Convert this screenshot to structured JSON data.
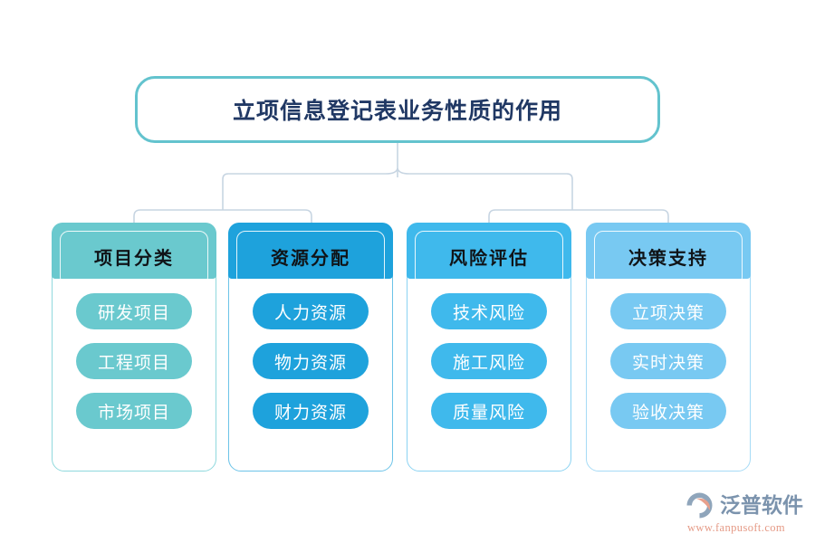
{
  "root": {
    "title": "立项信息登记表业务性质的作用",
    "border_color": "#63c3ce",
    "text_color": "#203864"
  },
  "connector": {
    "color": "#c7d5e2"
  },
  "columns": [
    {
      "header": "项目分类",
      "color": "#6ac9ce",
      "border_color": "#8fd9dd",
      "items": [
        "研发项目",
        "工程项目",
        "市场项目"
      ]
    },
    {
      "header": "资源分配",
      "color": "#1ea2dc",
      "border_color": "#6cc3e8",
      "items": [
        "人力资源",
        "物力资源",
        "财力资源"
      ]
    },
    {
      "header": "风险评估",
      "color": "#3fb9ec",
      "border_color": "#8bd3f2",
      "items": [
        "技术风险",
        "施工风险",
        "质量风险"
      ]
    },
    {
      "header": "决策支持",
      "color": "#78c9f2",
      "border_color": "#a6dbf6",
      "items": [
        "立项决策",
        "实时决策",
        "验收决策"
      ]
    }
  ],
  "brand": {
    "name": "泛普软件",
    "url": "www.fanpusoft.com",
    "name_color": "#7b93ad",
    "url_color": "#e59a86",
    "mark_color": "#8fa5bb",
    "mark_accent": "#e8a08c"
  }
}
